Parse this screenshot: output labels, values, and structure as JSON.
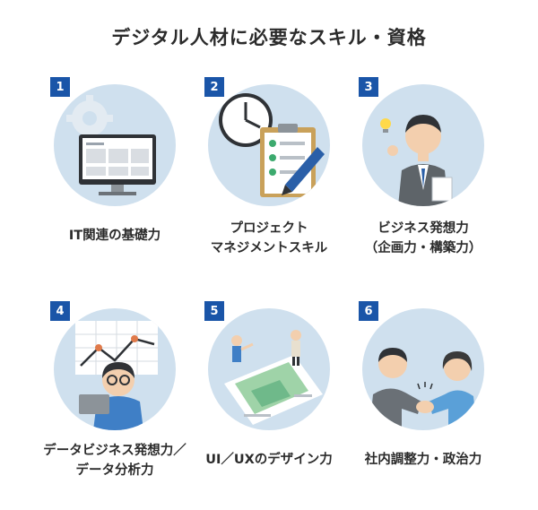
{
  "title": "デジタル人材に必要なスキル・資格",
  "skills": [
    {
      "number": "1",
      "lines": [
        "IT関連の基礎力"
      ],
      "icon": "monitor-gear-icon"
    },
    {
      "number": "2",
      "lines": [
        "プロジェクト",
        "マネジメントスキル"
      ],
      "icon": "clock-checklist-icon"
    },
    {
      "number": "3",
      "lines": [
        "ビジネス発想力",
        "（企画力・構築力）"
      ],
      "icon": "businessman-idea-icon"
    },
    {
      "number": "4",
      "lines": [
        "データビジネス発想力／",
        "データ分析力"
      ],
      "icon": "data-analyst-chart-icon"
    },
    {
      "number": "5",
      "lines": [
        "UI／UXのデザイン力"
      ],
      "icon": "ui-design-map-icon"
    },
    {
      "number": "6",
      "lines": [
        "社内調整力・政治力"
      ],
      "icon": "handshake-icon"
    }
  ],
  "colors": {
    "badge": "#1a55a8",
    "circle": "#cfe0ee",
    "text": "#2b2b2b"
  }
}
